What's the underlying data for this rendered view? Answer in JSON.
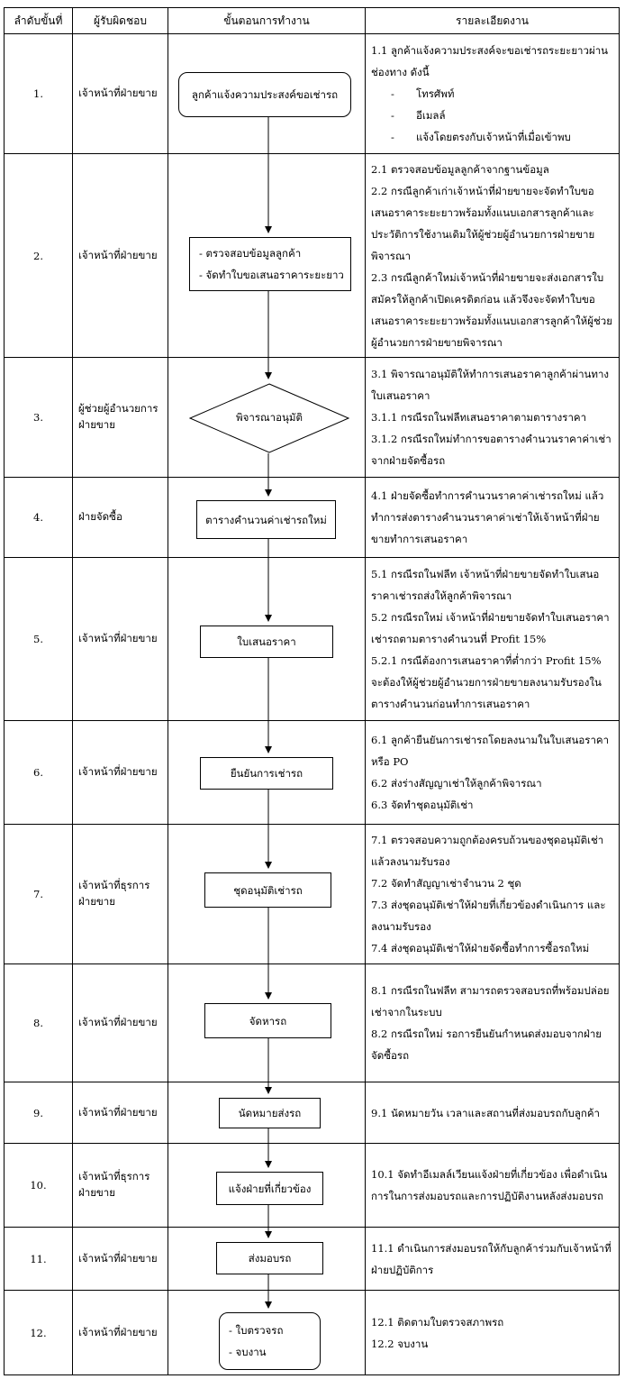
{
  "headers": [
    "ลำดับขั้นที่",
    "ผู้รับผิดชอบ",
    "ขั้นตอนการทำงาน",
    "รายละเอียดงาน"
  ],
  "rows": [
    {
      "no": "1.",
      "owner": "เจ้าหน้าที่ฝ่ายขาย",
      "step": [
        "ลูกค้าแจ้งความประสงค์ขอเช่ารถ"
      ],
      "details": [
        {
          "t": "1.1  ลูกค้าแจ้งความประสงค์จะขอเช่ารถระยะยาวผ่าน ช่องทาง ดังนี้"
        },
        {
          "t": "โทรศัพท์",
          "bullet": "-"
        },
        {
          "t": "อีเมลล์",
          "bullet": "-"
        },
        {
          "t": "แจ้งโดยตรงกับเจ้าหน้าที่เมื่อเข้าพบ",
          "bullet": "-"
        }
      ]
    },
    {
      "no": "2.",
      "owner": "เจ้าหน้าที่ฝ่ายขาย",
      "step": [
        "- ตรวจสอบข้อมูลลูกค้า",
        "- จัดทำใบขอเสนอราคาระยะยาว"
      ],
      "details": [
        {
          "t": "2.1 ตรวจสอบข้อมูลลูกค้าจากฐานข้อมูล"
        },
        {
          "t": "2.2 กรณีลูกค้าเก่าเจ้าหน้าที่ฝ่ายขายจะจัดทำใบขอเสนอราคาระยะยาวพร้อมทั้งแนบเอกสารลูกค้าและประวัติการใช้งานเดิมให้ผู้ช่วยผู้อำนวยการฝ่ายขายพิจารณา"
        },
        {
          "t": "2.3 กรณีลูกค้าใหม่เจ้าหน้าที่ฝ่ายขายจะส่งเอกสารใบสมัครให้ลูกค้าเปิดเครดิตก่อน แล้วจึงจะจัดทำใบขอเสนอราคาระยะยาวพร้อมทั้งแนบเอกสารลูกค้าให้ผู้ช่วยผู้อำนวยการฝ่ายขายพิจารณา"
        }
      ]
    },
    {
      "no": "3.",
      "owner": "ผู้ช่วยผู้อำนวยการฝ่ายขาย",
      "step": [
        "พิจารณาอนุมัติ"
      ],
      "details": [
        {
          "t": "3.1 พิจารณาอนุมัติให้ทำการเสนอราคาลูกค้าผ่านทางใบเสนอราคา"
        },
        {
          "t": "3.1.1 กรณีรถในฟลีทเสนอราคาตามตารางราคา"
        },
        {
          "t": "3.1.2 กรณีรถใหม่ทำการขอตารางคำนวนราคาค่าเช่าจากฝ่ายจัดซื้อรถ"
        }
      ]
    },
    {
      "no": "4.",
      "owner": "ฝ่ายจัดซื้อ",
      "step": [
        "ตารางคำนวนค่าเช่ารถใหม่"
      ],
      "details": [
        {
          "t": "4.1 ฝ่ายจัดซื้อทำการคำนวนราคาค่าเช่ารถใหม่ แล้วทำการส่งตารางคำนวนราคาค่าเช่าให้เจ้าหน้าที่ฝ่ายขายทำการเสนอราคา"
        }
      ]
    },
    {
      "no": "5.",
      "owner": "เจ้าหน้าที่ฝ่ายขาย",
      "step": [
        "ใบเสนอราคา"
      ],
      "details": [
        {
          "t": "5.1 กรณีรถในฟลีท เจ้าหน้าที่ฝ่ายขายจัดทำใบเสนอราคาเช่ารถส่งให้ลูกค้าพิจารณา"
        },
        {
          "t": "5.2 กรณีรถใหม่ เจ้าหน้าที่ฝ่ายขายจัดทำใบเสนอราคาเช่ารถตามตารางคำนวนที่ Profit 15%"
        },
        {
          "t": "5.2.1 กรณีต้องการเสนอราคาที่ต่ำกว่า Profit 15% จะต้องให้ผู้ช่วยผู้อำนวยการฝ่ายขายลงนามรับรองในตารางคำนวนก่อนทำการเสนอราคา"
        }
      ]
    },
    {
      "no": "6.",
      "owner": "เจ้าหน้าที่ฝ่ายขาย",
      "step": [
        "ยืนยันการเช่ารถ"
      ],
      "details": [
        {
          "t": "6.1 ลูกค้ายืนยันการเช่ารถโดยลงนามในใบเสนอราคาหรือ PO"
        },
        {
          "t": "6.2 ส่งร่างสัญญาเช่าให้ลูกค้าพิจารณา"
        },
        {
          "t": "6.3 จัดทำชุดอนุมัติเช่า"
        }
      ]
    },
    {
      "no": "7.",
      "owner": "เจ้าหน้าที่ธุรการฝ่ายขาย",
      "step": [
        "ชุดอนุมัติเช่ารถ"
      ],
      "details": [
        {
          "t": "7.1 ตรวจสอบความถูกต้องครบถ้วนของชุดอนุมัติเช่าแล้วลงนามรับรอง"
        },
        {
          "t": "7.2 จัดทำสัญญาเช่าจำนวน 2 ชุด"
        },
        {
          "t": "7.3 ส่งชุดอนุมัติเช่าให้ฝ่ายที่เกี่ยวข้องดำเนินการ และลงนามรับรอง"
        },
        {
          "t": "7.4 ส่งชุดอนุมัติเช่าให้ฝ่ายจัดซื้อทำการซื้อรถใหม่"
        }
      ]
    },
    {
      "no": "8.",
      "owner": "เจ้าหน้าที่ฝ่ายขาย",
      "step": [
        "จัดหารถ"
      ],
      "details": [
        {
          "t": "8.1 กรณีรถในฟลีท สามารถตรวจสอบรถที่พร้อมปล่อยเช่าจากในระบบ"
        },
        {
          "t": "8.2 กรณีรถใหม่ รอการยืนยันกำหนดส่งมอบจากฝ่ายจัดซื้อรถ"
        }
      ]
    },
    {
      "no": "9.",
      "owner": "เจ้าหน้าที่ฝ่ายขาย",
      "step": [
        "นัดหมายส่งรถ"
      ],
      "details": [
        {
          "t": "9.1 นัดหมายวัน เวลาและสถานที่ส่งมอบรถกับลูกค้า"
        }
      ]
    },
    {
      "no": "10.",
      "owner": "เจ้าหน้าที่ธุรการฝ่ายขาย",
      "step": [
        "แจ้งฝ่ายที่เกี่ยวข้อง"
      ],
      "details": [
        {
          "t": "10.1 จัดทำอีเมลล์เวียนแจ้งฝ่ายที่เกี่ยวข้อง เพื่อดำเนินการในการส่งมอบรถและการปฏิบัติงานหลังส่งมอบรถ"
        }
      ]
    },
    {
      "no": "11.",
      "owner": "เจ้าหน้าที่ฝ่ายขาย",
      "step": [
        "ส่งมอบรถ"
      ],
      "details": [
        {
          "t": "11.1 ดำเนินการส่งมอบรถให้กับลูกค้าร่วมกับเจ้าหน้าที่ฝ่ายปฏิบัติการ"
        }
      ]
    },
    {
      "no": "12.",
      "owner": "เจ้าหน้าที่ฝ่ายขาย",
      "step": [
        "- ใบตรวจรถ",
        "- จบงาน"
      ],
      "details": [
        {
          "t": "12.1 ติดตามใบตรวจสภาพรถ"
        },
        {
          "t": "12.2 จบงาน"
        }
      ]
    }
  ]
}
